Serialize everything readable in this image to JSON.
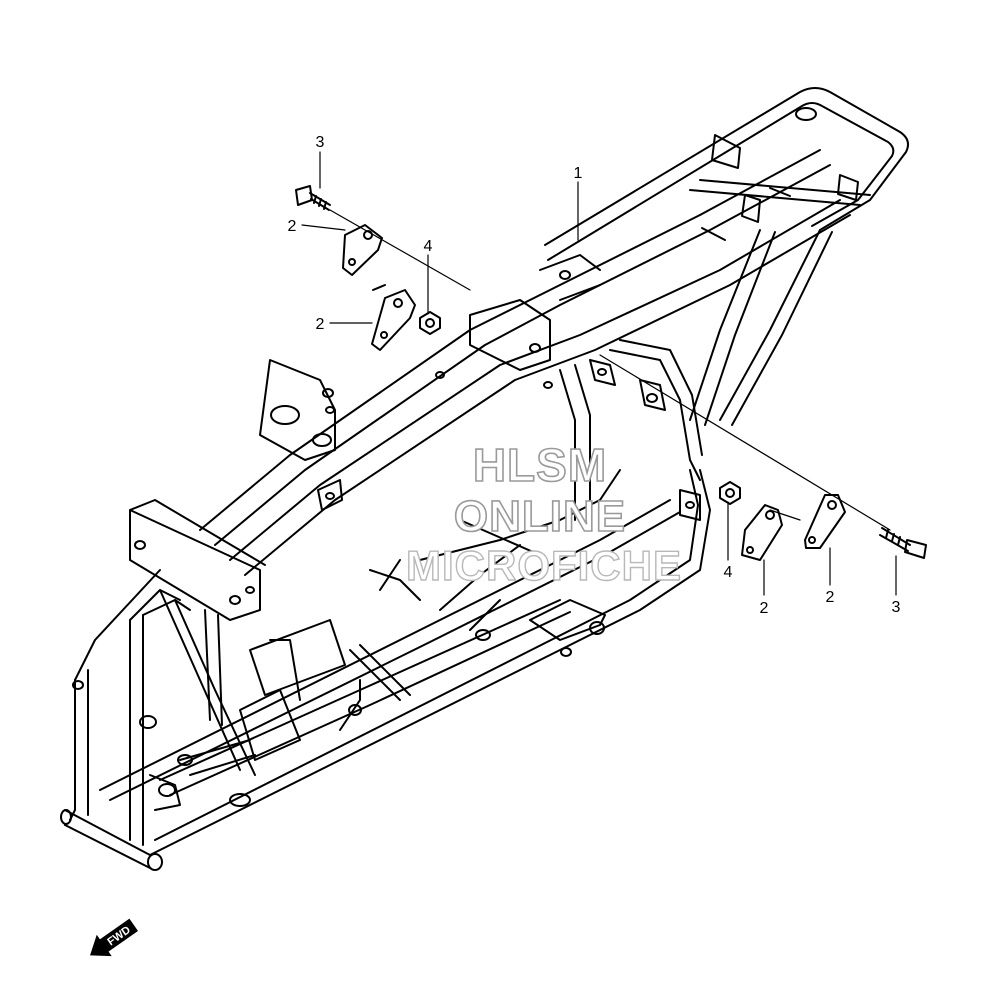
{
  "diagram": {
    "callouts": {
      "c3_top": "3",
      "c2_upper": "2",
      "c4_top": "4",
      "c2_mid": "2",
      "c1": "1",
      "c4_right": "4",
      "c2_right_a": "2",
      "c2_right_b": "2",
      "c3_right": "3"
    },
    "watermark": {
      "line1": "HLSM",
      "line2": "ONLINE",
      "line3": "MICROFICHE"
    },
    "fwd_label": "FWD",
    "colors": {
      "ink": "#000000",
      "watermark_outline": "#9a9a9a",
      "background": "#ffffff"
    }
  }
}
